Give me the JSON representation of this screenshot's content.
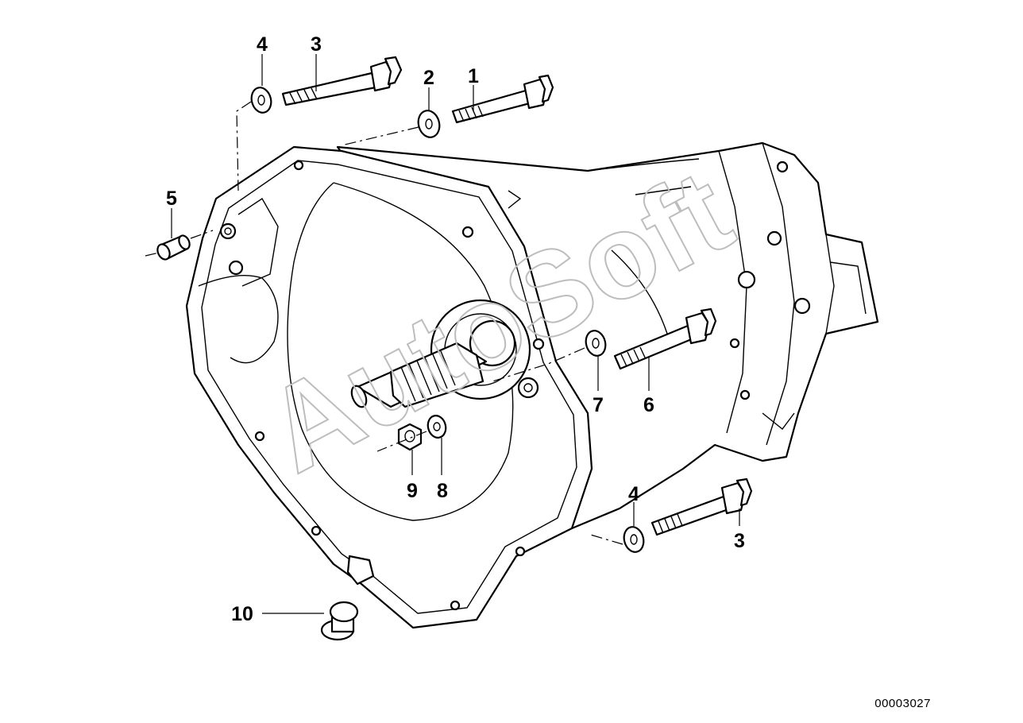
{
  "diagram": {
    "callouts": [
      {
        "id": "c1",
        "label": "1"
      },
      {
        "id": "c2",
        "label": "2"
      },
      {
        "id": "c3a",
        "label": "3"
      },
      {
        "id": "c4a",
        "label": "4"
      },
      {
        "id": "c5",
        "label": "5"
      },
      {
        "id": "c6",
        "label": "6"
      },
      {
        "id": "c7",
        "label": "7"
      },
      {
        "id": "c8",
        "label": "8"
      },
      {
        "id": "c9",
        "label": "9"
      },
      {
        "id": "c10",
        "label": "10"
      },
      {
        "id": "c4b",
        "label": "4"
      },
      {
        "id": "c3b",
        "label": "3"
      }
    ],
    "watermark": "AutoSoft",
    "reference_number": "00003027"
  }
}
